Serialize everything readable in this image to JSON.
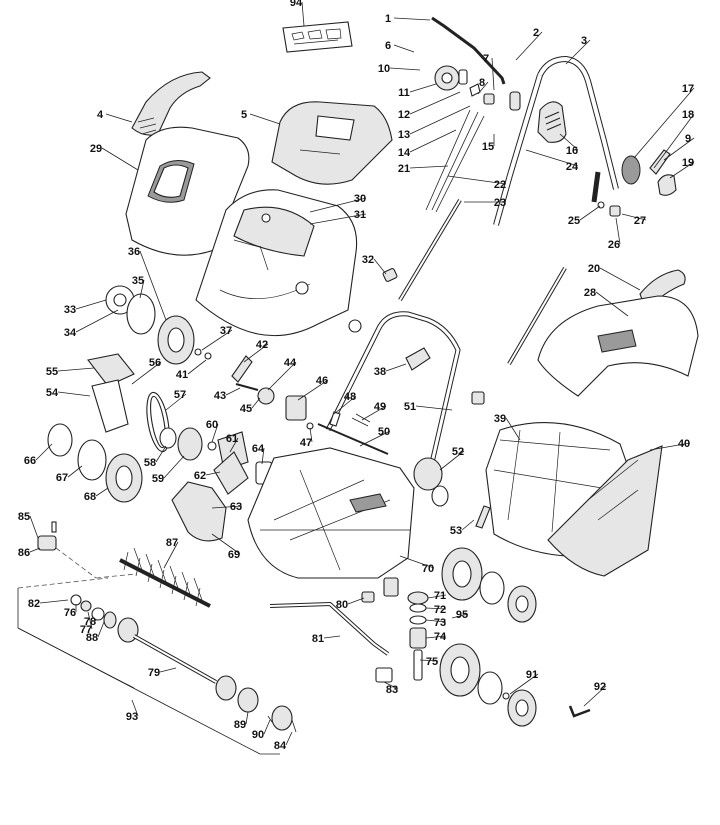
{
  "diagram": {
    "callouts": [
      {
        "id": "c1",
        "text": "1"
      },
      {
        "id": "c2",
        "text": "2"
      },
      {
        "id": "c3",
        "text": "3"
      },
      {
        "id": "c4",
        "text": "4"
      },
      {
        "id": "c5",
        "text": "5"
      },
      {
        "id": "c6",
        "text": "6"
      },
      {
        "id": "c7",
        "text": "7"
      },
      {
        "id": "c8",
        "text": "8"
      },
      {
        "id": "c9",
        "text": "9"
      },
      {
        "id": "c10",
        "text": "10"
      },
      {
        "id": "c11",
        "text": "11"
      },
      {
        "id": "c12",
        "text": "12"
      },
      {
        "id": "c13",
        "text": "13"
      },
      {
        "id": "c14",
        "text": "14"
      },
      {
        "id": "c15",
        "text": "15"
      },
      {
        "id": "c16",
        "text": "16"
      },
      {
        "id": "c17",
        "text": "17"
      },
      {
        "id": "c18",
        "text": "18"
      },
      {
        "id": "c19",
        "text": "19"
      },
      {
        "id": "c20",
        "text": "20"
      },
      {
        "id": "c21",
        "text": "21"
      },
      {
        "id": "c22",
        "text": "22"
      },
      {
        "id": "c23",
        "text": "23"
      },
      {
        "id": "c24",
        "text": "24"
      },
      {
        "id": "c25",
        "text": "25"
      },
      {
        "id": "c26",
        "text": "26"
      },
      {
        "id": "c27",
        "text": "27"
      },
      {
        "id": "c28",
        "text": "28"
      },
      {
        "id": "c29",
        "text": "29"
      },
      {
        "id": "c30",
        "text": "30"
      },
      {
        "id": "c31",
        "text": "31"
      },
      {
        "id": "c32",
        "text": "32"
      },
      {
        "id": "c33",
        "text": "33"
      },
      {
        "id": "c34",
        "text": "34"
      },
      {
        "id": "c35",
        "text": "35"
      },
      {
        "id": "c36",
        "text": "36"
      },
      {
        "id": "c37",
        "text": "37"
      },
      {
        "id": "c38",
        "text": "38"
      },
      {
        "id": "c39",
        "text": "39"
      },
      {
        "id": "c40",
        "text": "40"
      },
      {
        "id": "c41",
        "text": "41"
      },
      {
        "id": "c42",
        "text": "42"
      },
      {
        "id": "c43",
        "text": "43"
      },
      {
        "id": "c44",
        "text": "44"
      },
      {
        "id": "c45",
        "text": "45"
      },
      {
        "id": "c46",
        "text": "46"
      },
      {
        "id": "c47",
        "text": "47"
      },
      {
        "id": "c48",
        "text": "48"
      },
      {
        "id": "c49",
        "text": "49"
      },
      {
        "id": "c50",
        "text": "50"
      },
      {
        "id": "c51",
        "text": "51"
      },
      {
        "id": "c52",
        "text": "52"
      },
      {
        "id": "c53",
        "text": "53"
      },
      {
        "id": "c54",
        "text": "54"
      },
      {
        "id": "c55",
        "text": "55"
      },
      {
        "id": "c56",
        "text": "56"
      },
      {
        "id": "c57",
        "text": "57"
      },
      {
        "id": "c58",
        "text": "58"
      },
      {
        "id": "c59",
        "text": "59"
      },
      {
        "id": "c60",
        "text": "60"
      },
      {
        "id": "c61",
        "text": "61"
      },
      {
        "id": "c62",
        "text": "62"
      },
      {
        "id": "c63",
        "text": "63"
      },
      {
        "id": "c64",
        "text": "64"
      },
      {
        "id": "c66",
        "text": "66"
      },
      {
        "id": "c67",
        "text": "67"
      },
      {
        "id": "c68",
        "text": "68"
      },
      {
        "id": "c69",
        "text": "69"
      },
      {
        "id": "c70",
        "text": "70"
      },
      {
        "id": "c71",
        "text": "71"
      },
      {
        "id": "c72",
        "text": "72"
      },
      {
        "id": "c73",
        "text": "73"
      },
      {
        "id": "c74",
        "text": "74"
      },
      {
        "id": "c75",
        "text": "75"
      },
      {
        "id": "c76",
        "text": "76"
      },
      {
        "id": "c77",
        "text": "77"
      },
      {
        "id": "c78",
        "text": "78"
      },
      {
        "id": "c79",
        "text": "79"
      },
      {
        "id": "c80",
        "text": "80"
      },
      {
        "id": "c81",
        "text": "81"
      },
      {
        "id": "c82",
        "text": "82"
      },
      {
        "id": "c83",
        "text": "83"
      },
      {
        "id": "c84",
        "text": "84"
      },
      {
        "id": "c85",
        "text": "85"
      },
      {
        "id": "c86",
        "text": "86"
      },
      {
        "id": "c87",
        "text": "87"
      },
      {
        "id": "c88",
        "text": "88"
      },
      {
        "id": "c89",
        "text": "89"
      },
      {
        "id": "c90",
        "text": "90"
      },
      {
        "id": "c91",
        "text": "91"
      },
      {
        "id": "c92",
        "text": "92"
      },
      {
        "id": "c93",
        "text": "93"
      },
      {
        "id": "c94",
        "text": "94"
      },
      {
        "id": "c95",
        "text": "95"
      }
    ]
  }
}
